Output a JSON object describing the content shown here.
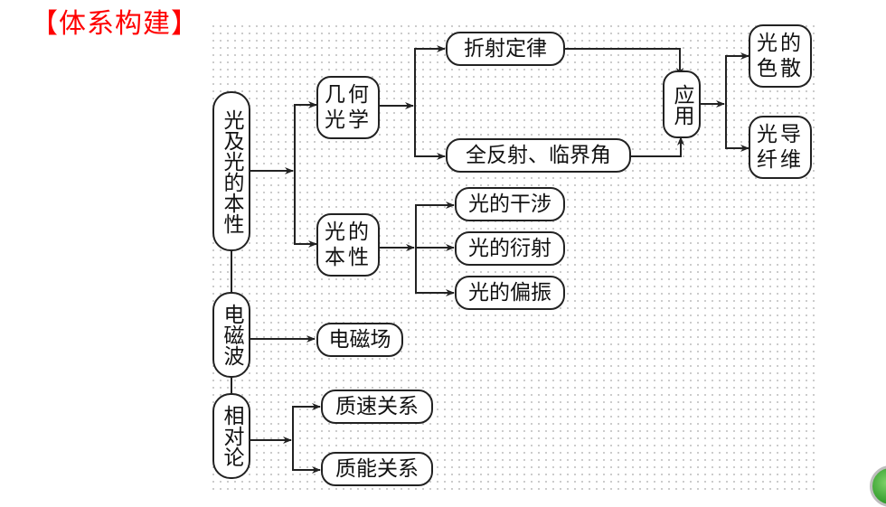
{
  "title": "【体系构建】",
  "nodes": {
    "root_light": "光及光的本性",
    "root_em": "电磁波",
    "root_rel": "相对论",
    "geo_optics": "几何\n光学",
    "light_nature": "光的\n本性",
    "refraction_law": "折射定律",
    "total_reflection": "全反射、临界角",
    "application": "应用",
    "dispersion": "光的\n色散",
    "optical_fiber": "光导\n纤维",
    "interference": "光的干涉",
    "diffraction": "光的衍射",
    "polarization": "光的偏振",
    "em_field": "电磁场",
    "mass_velocity": "质速关系",
    "mass_energy": "质能关系"
  },
  "colors": {
    "title": "#ff0000",
    "stroke": "#222222",
    "dots": "#bdbdbd",
    "corner_button": "#3aa832"
  }
}
